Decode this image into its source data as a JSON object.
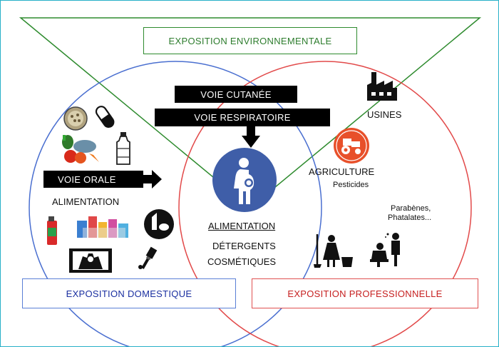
{
  "title_box": "EXPOSITION ENVIRONNEMENTALE",
  "domestic_box": "EXPOSITION DOMESTIQUE",
  "professional_box": "EXPOSITION PROFESSIONNELLE",
  "routes": {
    "cutanee": "VOIE CUTANÉE",
    "respiratoire": "VOIE RESPIRATOIRE",
    "orale": "VOIE ORALE"
  },
  "domestic": {
    "alimentation": "ALIMENTATION"
  },
  "center": {
    "alimentation": "ALIMENTATION",
    "detergents": "DÉTERGENTS",
    "cosmetiques": "COSMÉTIQUES"
  },
  "professional": {
    "usines": "USINES",
    "agriculture": "AGRICULTURE",
    "pesticides": "Pesticides",
    "parabenes": "Parabènes,",
    "phtalates": "Phatalates..."
  },
  "colors": {
    "environment": "#2e7d2e",
    "domestic": "#1a2fa0",
    "professional": "#c62020",
    "frame": "#27b0c8",
    "pregnant_icon_bg": "#3f5ea8",
    "tractor_icon_bg": "#e8502a"
  },
  "icons": [
    "factory-icon",
    "tractor-icon",
    "pregnant-woman-icon",
    "pills-icon",
    "bowl-icon",
    "bottle-icon",
    "vegetables-icon",
    "spray-can-icon",
    "household-products-icon",
    "lipstick-mirror-icon",
    "hand-washing-icon",
    "paint-brush-icon",
    "cleaning-woman-icon",
    "hairdresser-icon",
    "down-arrow-icon",
    "right-arrow-icon"
  ]
}
